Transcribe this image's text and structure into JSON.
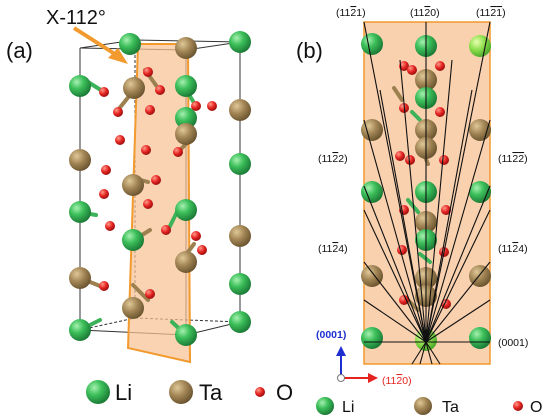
{
  "panel_a": {
    "label": "(a)",
    "plane_label": "X-112°"
  },
  "panel_b": {
    "label": "(b)",
    "planes": {
      "top_left": "(11",
      "top_left_bar": "2",
      "top_left_end": "1)",
      "top_mid": "(11",
      "top_mid_bar": "2",
      "top_mid_end": "0)",
      "top_right": "(11",
      "top_right_bar": "2",
      "top_right_bar2": "1",
      "top_right_end": ")",
      "mid_left": "(11",
      "mid_left_bar": "2",
      "mid_left_end": "2)",
      "mid_right": "(11",
      "mid_right_bar": "2",
      "mid_right_bar2": "2",
      "mid_right_end": ")",
      "low_left": "(11",
      "low_left_bar": "2",
      "low_left_end": "4)",
      "low_right": "(11",
      "low_right_bar": "2",
      "low_right_end": "4)",
      "base": "(0001)"
    },
    "axes": {
      "vertical": "(0001)",
      "horizontal_start": "(11",
      "horizontal_bar": "2",
      "horizontal_end": "0)"
    }
  },
  "legend_a": [
    {
      "symbol": "Li",
      "color": "#3cb35a"
    },
    {
      "symbol": "Ta",
      "color": "#9c8050"
    },
    {
      "symbol": "O",
      "color": "#e52421"
    }
  ],
  "legend_b": [
    {
      "symbol": "Li",
      "color": "#3cb35a"
    },
    {
      "symbol": "Ta",
      "color": "#9c8050"
    },
    {
      "symbol": "O",
      "color": "#e52421"
    }
  ],
  "colors": {
    "plane_fill": "#f7c294",
    "plane_edge": "#f29a2e",
    "arrow": "#f29a2e",
    "axis_vertical": "#1d2fd1",
    "axis_horizontal": "#e5231f"
  }
}
